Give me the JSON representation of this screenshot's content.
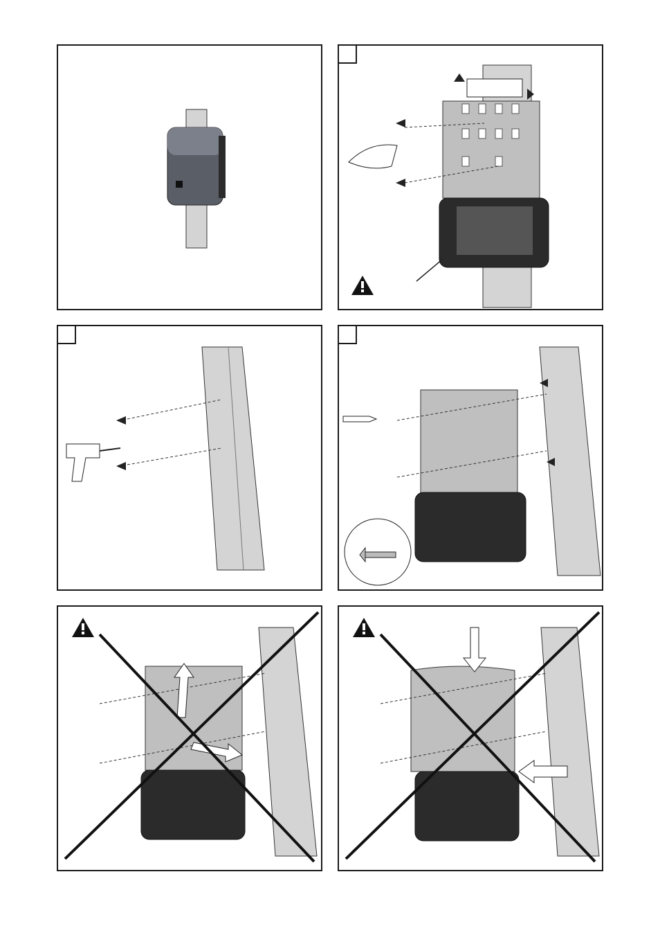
{
  "page": {
    "panels": [
      {
        "id": "overview",
        "step": ""
      },
      {
        "id": "mark-holes",
        "step": ""
      },
      {
        "id": "drill-holes",
        "step": ""
      },
      {
        "id": "fasten-bracket",
        "step": ""
      },
      {
        "id": "wrong-deformed",
        "step": ""
      },
      {
        "id": "wrong-bent",
        "step": ""
      }
    ]
  },
  "colors": {
    "frame": "#1a1a1a",
    "post": "#d4d4d4",
    "bracket": "#bfbfbf",
    "housing": "#2b2b2b",
    "warning": "#111111"
  },
  "icons": [
    "warning-icon",
    "arrow-icon",
    "drill-icon",
    "pencil-icon",
    "spirit-level-icon",
    "screwdriver-icon",
    "screw-icon",
    "cross-out-icon"
  ]
}
